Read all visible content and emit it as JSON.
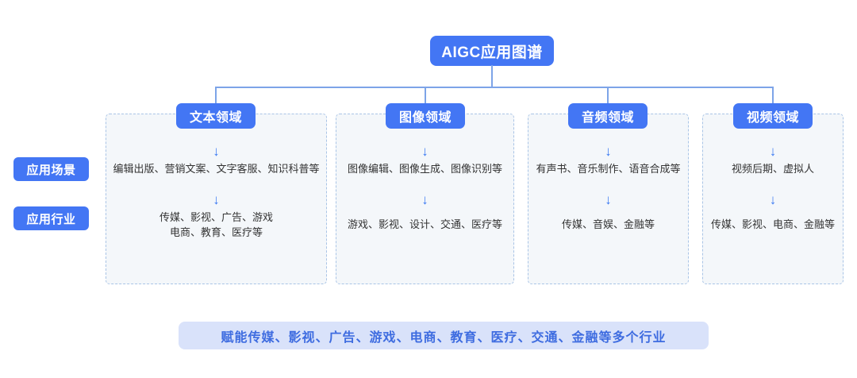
{
  "title": "AIGC应用图谱",
  "row_labels": {
    "scenario": "应用场景",
    "industry": "应用行业"
  },
  "branches": [
    {
      "name": "文本领域",
      "scenarios": "编辑出版、营销文案、文字客服、知识科普等",
      "industries": "传媒、影视、广告、游戏\n电商、教育、医疗等"
    },
    {
      "name": "图像领域",
      "scenarios": "图像编辑、图像生成、图像识别等",
      "industries": "游戏、影视、设计、交通、医疗等"
    },
    {
      "name": "音频领域",
      "scenarios": "有声书、音乐制作、语音合成等",
      "industries": "传媒、音娱、金融等"
    },
    {
      "name": "视频领域",
      "scenarios": "视频后期、虚拟人",
      "industries": "传媒、影视、电商、金融等"
    }
  ],
  "banner": "赋能传媒、影视、广告、游戏、电商、教育、医疗、交通、金融等多个行业",
  "icons": {
    "arrow_down": "↓"
  },
  "colors": {
    "primary_blue": "#4376f4",
    "connector_blue": "#7da4e8",
    "arrow_blue": "#3b7af2",
    "panel_border": "#a9c4e6",
    "panel_background": "#f4f7fa",
    "banner_background": "#d9e2fa",
    "banner_text": "#3e6ce0",
    "body_text": "#333333"
  }
}
